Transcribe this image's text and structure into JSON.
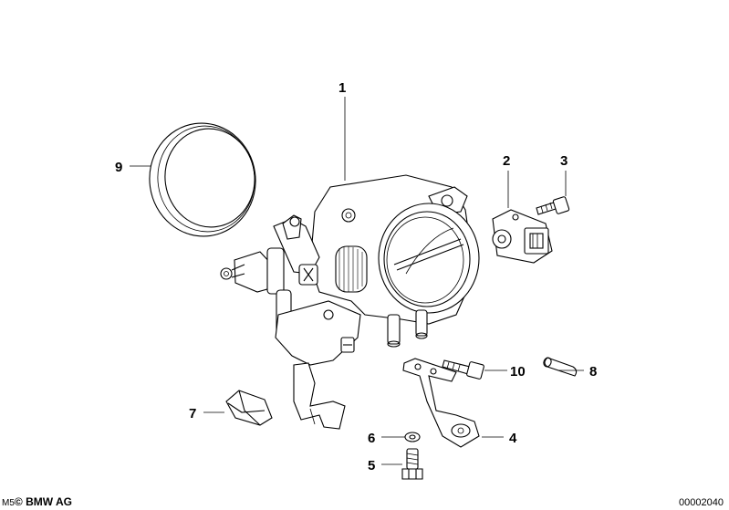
{
  "callouts": {
    "c1": "1",
    "c2": "2",
    "c3": "3",
    "c4": "4",
    "c5": "5",
    "c6": "6",
    "c7": "7",
    "c8": "8",
    "c9": "9",
    "c10": "10"
  },
  "footer": {
    "prefix": "M5",
    "brand": "© BMW AG",
    "code": "00002040"
  }
}
